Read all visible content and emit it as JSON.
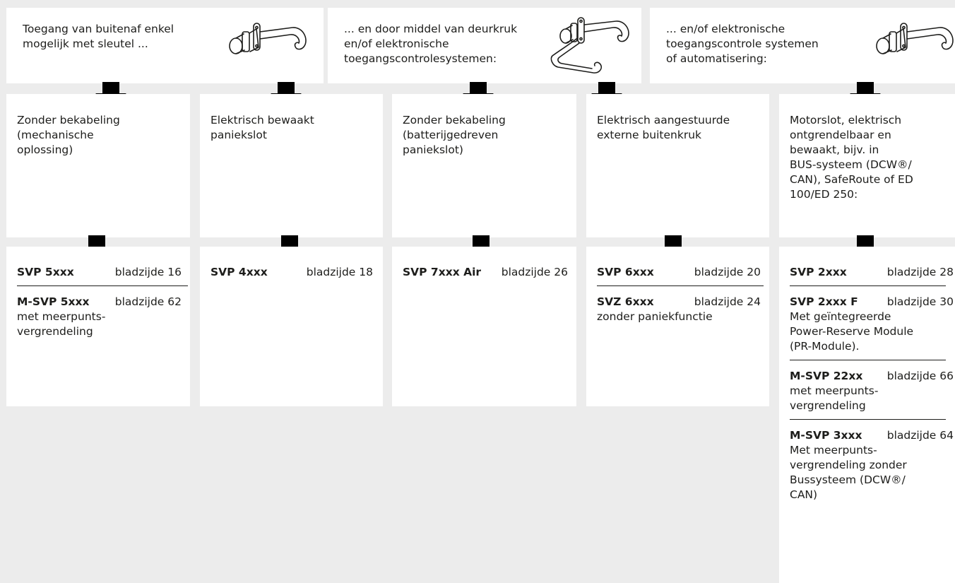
{
  "top_boxes": [
    {
      "lines": [
        "Toegang van buitenaf enkel",
        "mogelijk met sleutel ..."
      ],
      "icon": "door-handle-icon"
    },
    {
      "lines": [
        "... en door middel van deurkruk",
        "en/of elektronische",
        "toegangscontrolesystemen:"
      ],
      "icon": "door-handle-and-knob-icon"
    },
    {
      "lines": [
        "... en/of elektronische",
        "toegangscontrole systemen",
        "of automatisering:"
      ],
      "icon": "door-handle-icon"
    }
  ],
  "categories": [
    {
      "lines": [
        "Zonder bekabeling",
        "(mechanische",
        "oplossing)"
      ]
    },
    {
      "lines": [
        "Elektrisch bewaakt",
        "paniekslot"
      ]
    },
    {
      "lines": [
        "Zonder bekabeling",
        "(batterijgedreven",
        "paniekslot)"
      ]
    },
    {
      "lines": [
        "Elektrisch aangestuurde",
        "externe buitenkruk"
      ]
    },
    {
      "lines": [
        "Motorslot, elektrisch",
        "ontgrendelbaar en",
        "bewaakt, bijv. in",
        "BUS-systeem (DCW®/",
        "CAN), SafeRoute of ED",
        "100/ED 250:"
      ]
    }
  ],
  "products": [
    [
      {
        "code": "SVP 5xxx",
        "page": "bladzijde 16",
        "notes": []
      },
      {
        "code": "M-SVP 5xxx",
        "page": "bladzijde 62",
        "notes": [
          "met meerpunts-",
          "vergrendeling"
        ]
      }
    ],
    [
      {
        "code": "SVP 4xxx",
        "page": "bladzijde 18",
        "notes": []
      }
    ],
    [
      {
        "code": "SVP 7xxx Air",
        "page": "bladzijde 26",
        "notes": []
      }
    ],
    [
      {
        "code": "SVP 6xxx",
        "page": "bladzijde 20",
        "notes": []
      },
      {
        "code": "SVZ 6xxx",
        "page": "bladzijde 24",
        "notes": [
          "zonder paniekfunctie"
        ]
      }
    ],
    [
      {
        "code": "SVP 2xxx",
        "page": "bladzijde 28",
        "notes": []
      },
      {
        "code": "SVP 2xxx F",
        "page": "bladzijde 30",
        "notes": [
          "Met geïntegreerde",
          "Power-Reserve Module",
          "(PR-Module)."
        ]
      },
      {
        "code": "M-SVP 22xx",
        "page": "bladzijde 66",
        "notes": [
          "met meerpunts-",
          "vergrendeling"
        ]
      },
      {
        "code": "M-SVP 3xxx",
        "page": "bladzijde 64",
        "notes": [
          "Met meerpunts-",
          "vergrendeling zonder",
          "Bussysteem (DCW®/",
          "CAN)"
        ]
      }
    ]
  ]
}
